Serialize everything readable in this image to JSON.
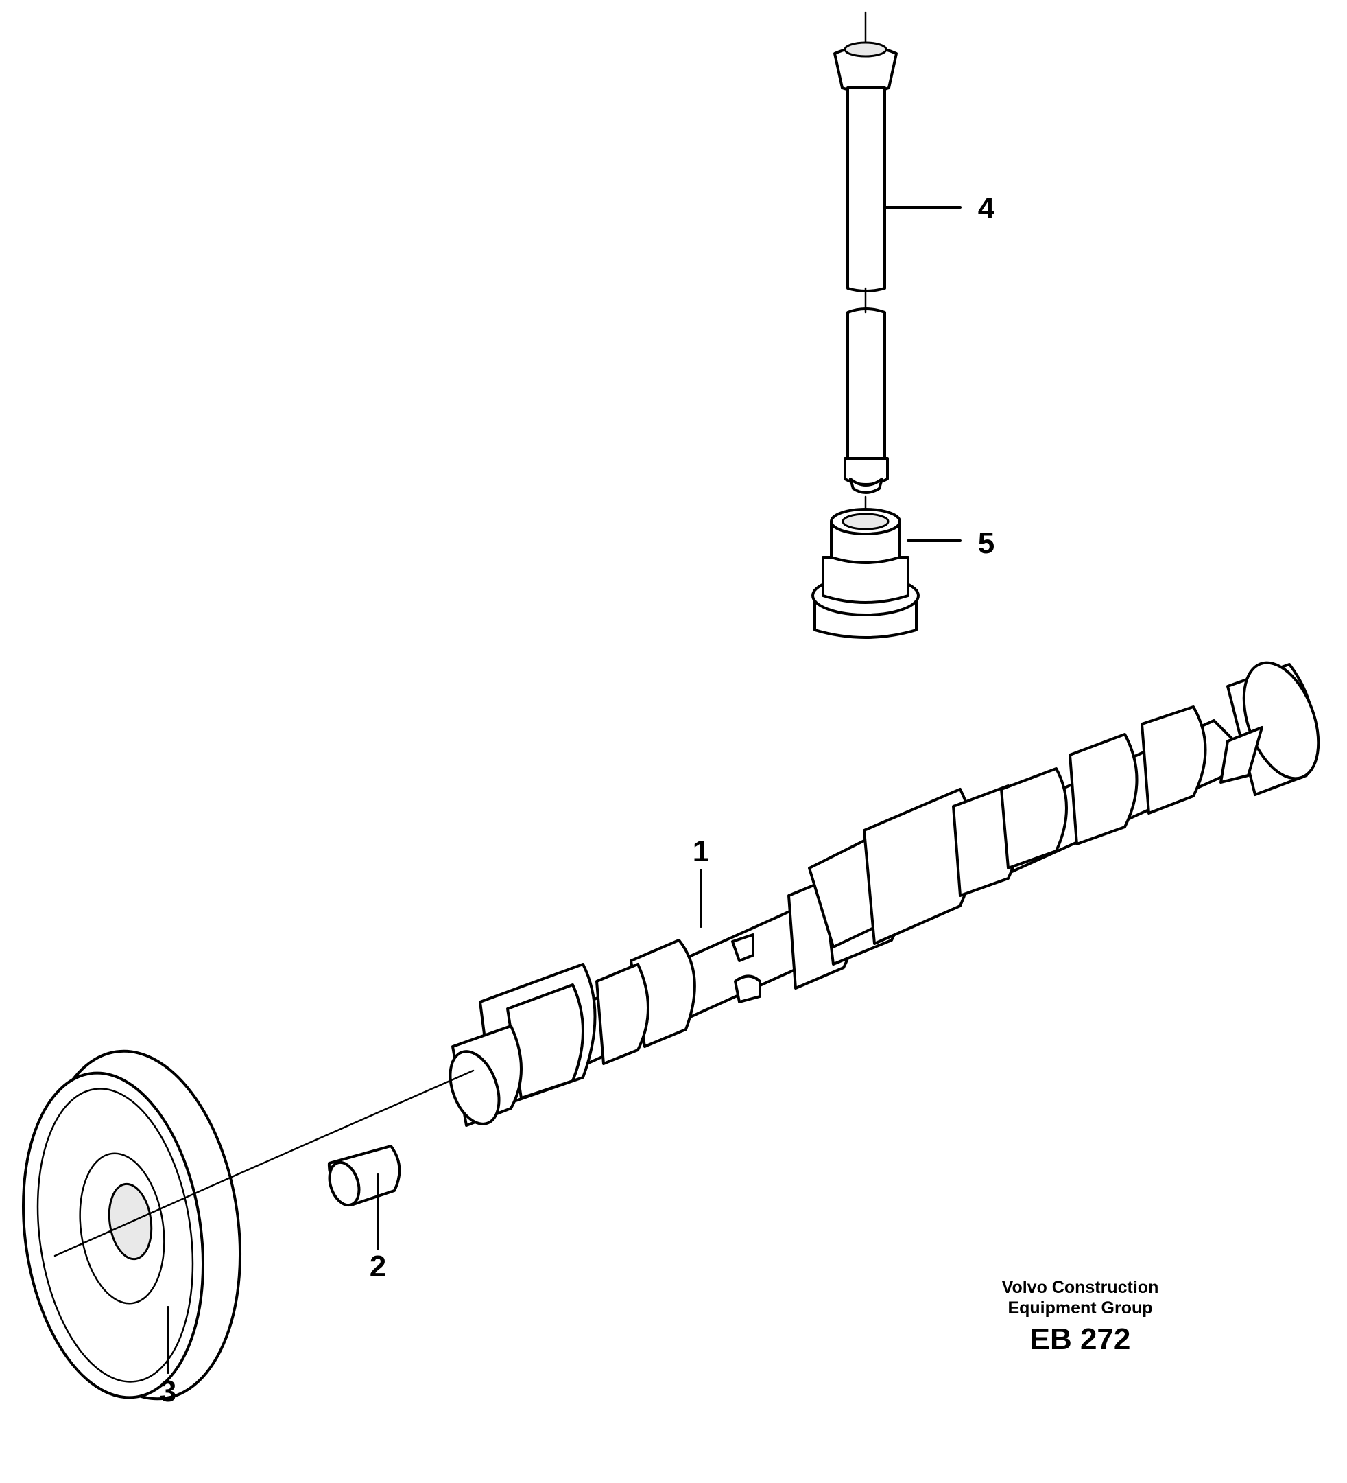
{
  "callouts": {
    "c1": "1",
    "c2": "2",
    "c3": "3",
    "c4": "4",
    "c5": "5"
  },
  "credit": {
    "line1": "Volvo Construction",
    "line2": "Equipment Group",
    "code": "EB 272"
  },
  "parts": [
    {
      "id": "camshaft",
      "icon": "camshaft-icon"
    },
    {
      "id": "dowel-pin",
      "icon": "dowel-pin-icon"
    },
    {
      "id": "camshaft-gear",
      "icon": "gear-icon"
    },
    {
      "id": "push-rod",
      "icon": "push-rod-icon"
    },
    {
      "id": "valve-tappet",
      "icon": "tappet-icon"
    }
  ],
  "colors": {
    "ink": "#000000",
    "paper": "#ffffff"
  }
}
